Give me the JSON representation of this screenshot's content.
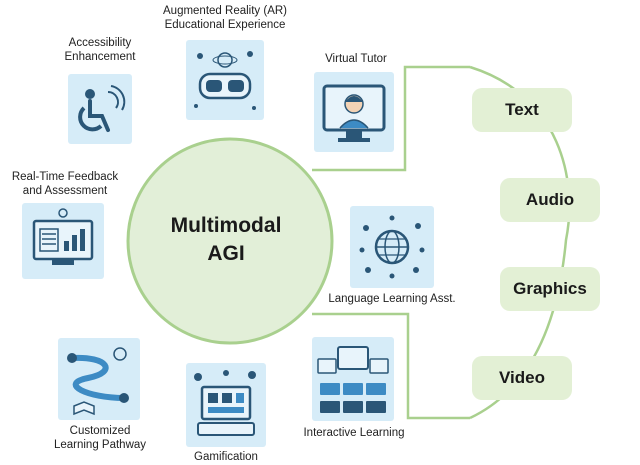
{
  "center": {
    "line1": "Multimodal",
    "line2": "AGI"
  },
  "modalities": [
    "Text",
    "Audio",
    "Graphics",
    "Video"
  ],
  "applications": {
    "accessibility": {
      "line1": "Accessibility",
      "line2": "Enhancement"
    },
    "ar": {
      "line1": "Augmented Reality (AR)",
      "line2": "Educational Experience"
    },
    "tutor": {
      "line1": "Virtual Tutor"
    },
    "feedback": {
      "line1": "Real-Time Feedback",
      "line2": "and Assessment"
    },
    "language": {
      "line1": "Language Learning Asst."
    },
    "pathway": {
      "line1": "Customized",
      "line2": "Learning Pathway"
    },
    "gamification": {
      "line1": "Gamification"
    },
    "interactive": {
      "line1": "Interactive Learning"
    }
  },
  "colors": {
    "circle_fill": "#e2efd8",
    "circle_stroke": "#a9d08e",
    "connector": "#a9d08e",
    "tile_bg": "#d6ecf8",
    "icon_stroke": "#2a5677"
  }
}
